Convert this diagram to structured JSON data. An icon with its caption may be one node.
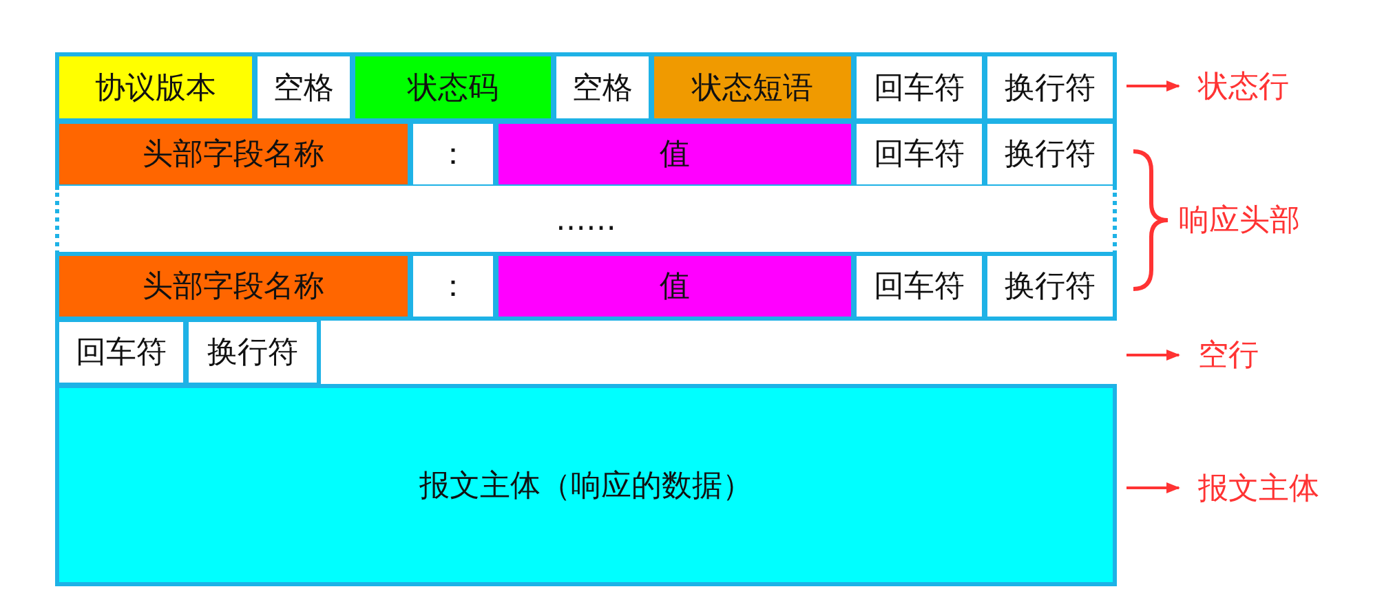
{
  "diagram": {
    "nodes": [
      {
        "text": [
          "协议版本"
        ]
      },
      {
        "text": [
          "空格"
        ]
      },
      {
        "text": [
          "状态码"
        ]
      },
      {
        "text": [
          "空格"
        ]
      },
      {
        "text": [
          "状态短语"
        ]
      },
      {
        "text": [
          "回车符"
        ]
      },
      {
        "text": [
          "换行符"
        ]
      },
      {
        "text": [
          "状态行"
        ]
      },
      {
        "text": [
          "头部字段名称"
        ]
      },
      {
        "text": [
          "："
        ]
      },
      {
        "text": [
          "值"
        ]
      },
      {
        "text": [
          "回车符"
        ]
      },
      {
        "text": [
          "换行符"
        ]
      },
      {
        "text": [
          "……"
        ]
      },
      {
        "text": [
          "头部字段名称"
        ]
      },
      {
        "text": [
          "："
        ]
      },
      {
        "text": [
          "值"
        ]
      },
      {
        "text": [
          "回车符"
        ]
      },
      {
        "text": [
          "换行符"
        ]
      },
      {
        "text": [
          "回车符"
        ]
      },
      {
        "text": [
          "换行符"
        ]
      },
      {
        "text": [
          "空行"
        ]
      },
      {
        "text": [
          "报文主体（响应的数据）"
        ]
      },
      {
        "text": [
          "报文主体"
        ]
      }
    ],
    "edges": [
      {
        "from": 6,
        "to": 7,
        "arrow": "to"
      },
      {
        "from": null,
        "to": 21,
        "arrow": "to"
      },
      {
        "from": 22,
        "to": 23,
        "arrow": "to"
      }
    ],
    "labels": [
      "响应头部"
    ]
  }
}
